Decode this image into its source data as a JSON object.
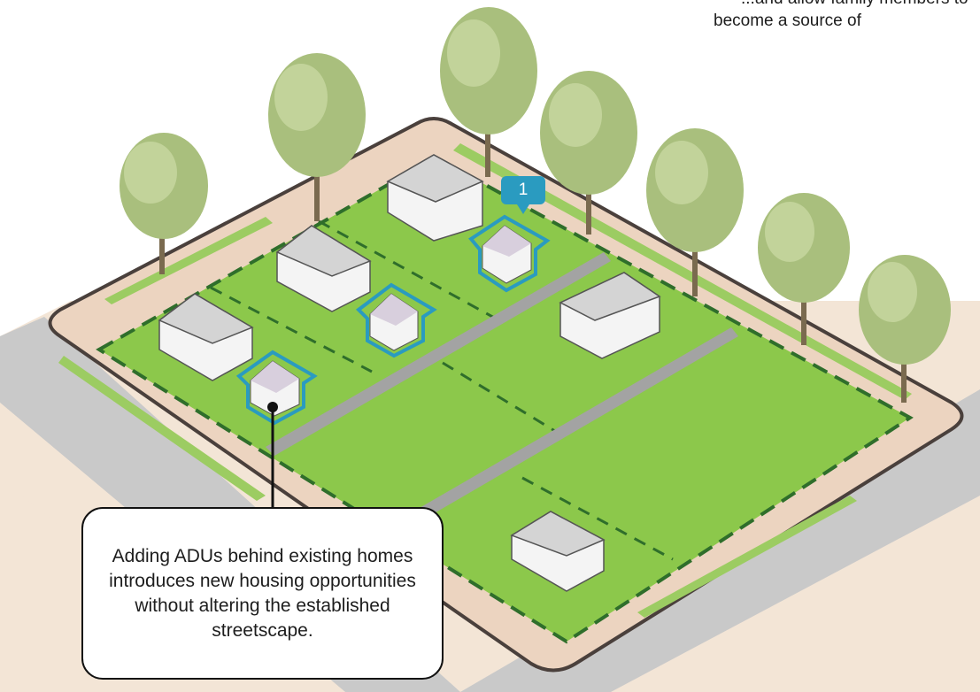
{
  "header_caption": {
    "line1": "...and allow family members to",
    "line2": "become a source of"
  },
  "callout": {
    "text": "Adding ADUs behind existing homes introduces new housing opportunities without altering the established streetscape."
  },
  "marker": {
    "number": "1"
  },
  "colors": {
    "lawn": "#8cc84b",
    "lot_line": "#2f6e2b",
    "sidewalk": "#ecd4c0",
    "road": "#c9c9c9",
    "ground": "#f3e5d6",
    "adu_outline": "#2a9bc0",
    "tree_foliage": "#a9bf7d"
  },
  "icons": [
    "tree-icon",
    "house-icon",
    "adu-icon",
    "speech-bubble-icon"
  ]
}
